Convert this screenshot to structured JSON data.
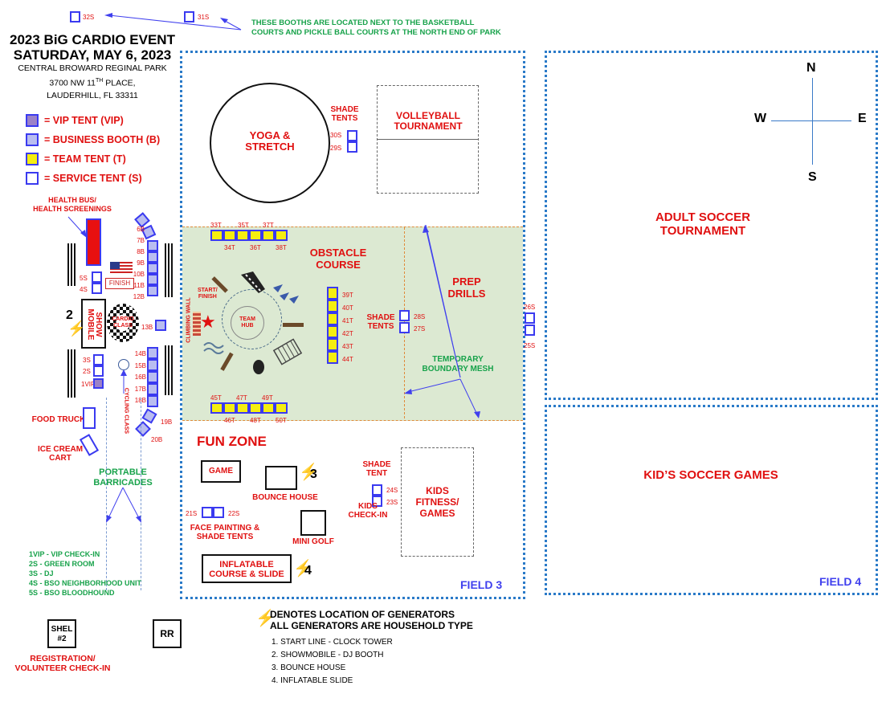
{
  "title": {
    "line1": "2023 BiG CARDIO EVENT",
    "line2": "SATURDAY, MAY 6, 2023",
    "addr1": "CENTRAL BROWARD REGINAL PARK",
    "addr2a": "3700 NW 11",
    "addr2sup": "TH",
    "addr2b": " PLACE,",
    "addr3": "LAUDERHILL,  FL 33311"
  },
  "legend": [
    {
      "text": "= VIP TENT (VIP)",
      "kind": "vip"
    },
    {
      "text": "= BUSINESS BOOTH (B)",
      "kind": "business"
    },
    {
      "text": "= TEAM TENT (T)",
      "kind": "team"
    },
    {
      "text": "= SERVICE TENT (S)",
      "kind": "service"
    }
  ],
  "top_note": {
    "booth_32": "32S",
    "booth_31": "31S",
    "note_line1": "THESE BOOTHS ARE LOCATED NEXT TO THE BASKETBALL",
    "note_line2": "COURTS AND PICKLE BALL COURTS AT THE NORTH END OF PARK"
  },
  "compass": {
    "n": "N",
    "s": "S",
    "e": "E",
    "w": "W"
  },
  "fields": {
    "field3": "FIELD 3",
    "field4": "FIELD 4",
    "adult_soccer_1": "ADULT SOCCER",
    "adult_soccer_2": "TOURNAMENT",
    "kids_soccer": "KID’S SOCCER GAMES"
  },
  "areas": {
    "yoga_1": "YOGA &",
    "yoga_2": "STRETCH",
    "shade_tents": "SHADE",
    "shade_tents_2": "TENTS",
    "volleyball_1": "VOLLEYBALL",
    "volleyball_2": "TOURNAMENT",
    "obstacle_1": "OBSTACLE",
    "obstacle_2": "COURSE",
    "prep_1": "PREP",
    "prep_2": "DRILLS",
    "mesh_1": "TEMPORARY",
    "mesh_2": "BOUNDARY  MESH",
    "start_finish_1": "START/",
    "start_finish_2": "FINISH",
    "team_hub_1": "TEAM",
    "team_hub_2": "HUB",
    "climbing_wall": "CLIMBING WALL",
    "fun_zone": "FUN ZONE",
    "game": "GAME",
    "bounce_house": "BOUNCE HOUSE",
    "face_painting_1": "FACE PAINTING &",
    "face_painting_2": "SHADE TENTS",
    "mini_golf": "MINI GOLF",
    "inflatable_1": "INFLATABLE",
    "inflatable_2": "COURSE & SLIDE",
    "shade_tent_1": "SHADE",
    "shade_tent_2": "TENT",
    "kids_checkin_1": "KIDS",
    "kids_checkin_2": "CHECK-IN",
    "kids_fitness_1": "KIDS",
    "kids_fitness_2": "FITNESS/",
    "kids_fitness_3": "GAMES",
    "health_bus_1": "HEALTH BUS/",
    "health_bus_2": "HEALTH SCREENINGS",
    "finish": "FINISH",
    "show_mobile_1": "SHOW",
    "show_mobile_2": "MOBILE",
    "cardio_class_1": "CARDIO",
    "cardio_class_2": "CLASS",
    "cycling_class": "CYCLING CLASS",
    "food_truck": "FOOD TRUCK",
    "ice_cream_1": "ICE CREAM",
    "ice_cream_2": "CART",
    "barricades_1": "PORTABLE",
    "barricades_2": "BARRICADES",
    "shelter_1": "SHEL",
    "shelter_2": "#2",
    "rr": "RR",
    "registration_1": "REGISTRATION/",
    "registration_2": "VOLUNTEER CHECK-IN"
  },
  "generator_numbers": {
    "g2": "2",
    "g3": "3",
    "g4": "4"
  },
  "booths": {
    "s30": "30S",
    "s29": "29S",
    "s28": "28S",
    "s27": "27S",
    "s26": "26S",
    "s25": "25S",
    "s24": "24S",
    "s23": "23S",
    "s21": "21S",
    "s22": "22S",
    "s5": "5S",
    "s4": "4S",
    "s3": "3S",
    "s2": "2S",
    "vip1": "1VIP",
    "t33": "33T",
    "t35": "35T",
    "t37": "37T",
    "t34": "34T",
    "t36": "36T",
    "t38": "38T",
    "t39": "39T",
    "t40": "40T",
    "t41": "41T",
    "t42": "42T",
    "t43": "43T",
    "t44": "44T",
    "t45": "45T",
    "t47": "47T",
    "t49": "49T",
    "t46": "46T",
    "t48": "48T",
    "t50": "50T",
    "b6": "6B",
    "b7": "7B",
    "b8": "8B",
    "b9": "9B",
    "b10": "10B",
    "b11": "11B",
    "b12": "12B",
    "b13": "13B",
    "b14": "14B",
    "b15": "15B",
    "b16": "16B",
    "b17": "17B",
    "b18": "18B",
    "b19": "19B",
    "b20": "20B"
  },
  "service_key": [
    "1VIP - VIP CHECK-IN",
    "2S - GREEN ROOM",
    "3S - DJ",
    "4S - BSO NEIGHBORHOOD UNIT",
    "5S - BSO BLOODHOUND"
  ],
  "generators": {
    "heading_1": "DENOTES LOCATION OF GENERATORS",
    "heading_2": "ALL GENERATORS ARE HOUSEHOLD TYPE",
    "items": [
      "1.   START LINE - CLOCK TOWER",
      "2.   SHOWMOBILE - DJ BOOTH",
      "3.   BOUNCE HOUSE",
      "4.   INFLATABLE SLIDE"
    ]
  },
  "colors": {
    "accent_red": "#e01010",
    "label_green": "#17a24a",
    "field_blue": "#2a7ac8",
    "booth_blue": "#3a3af0",
    "zone_green": "#dce9d2"
  }
}
